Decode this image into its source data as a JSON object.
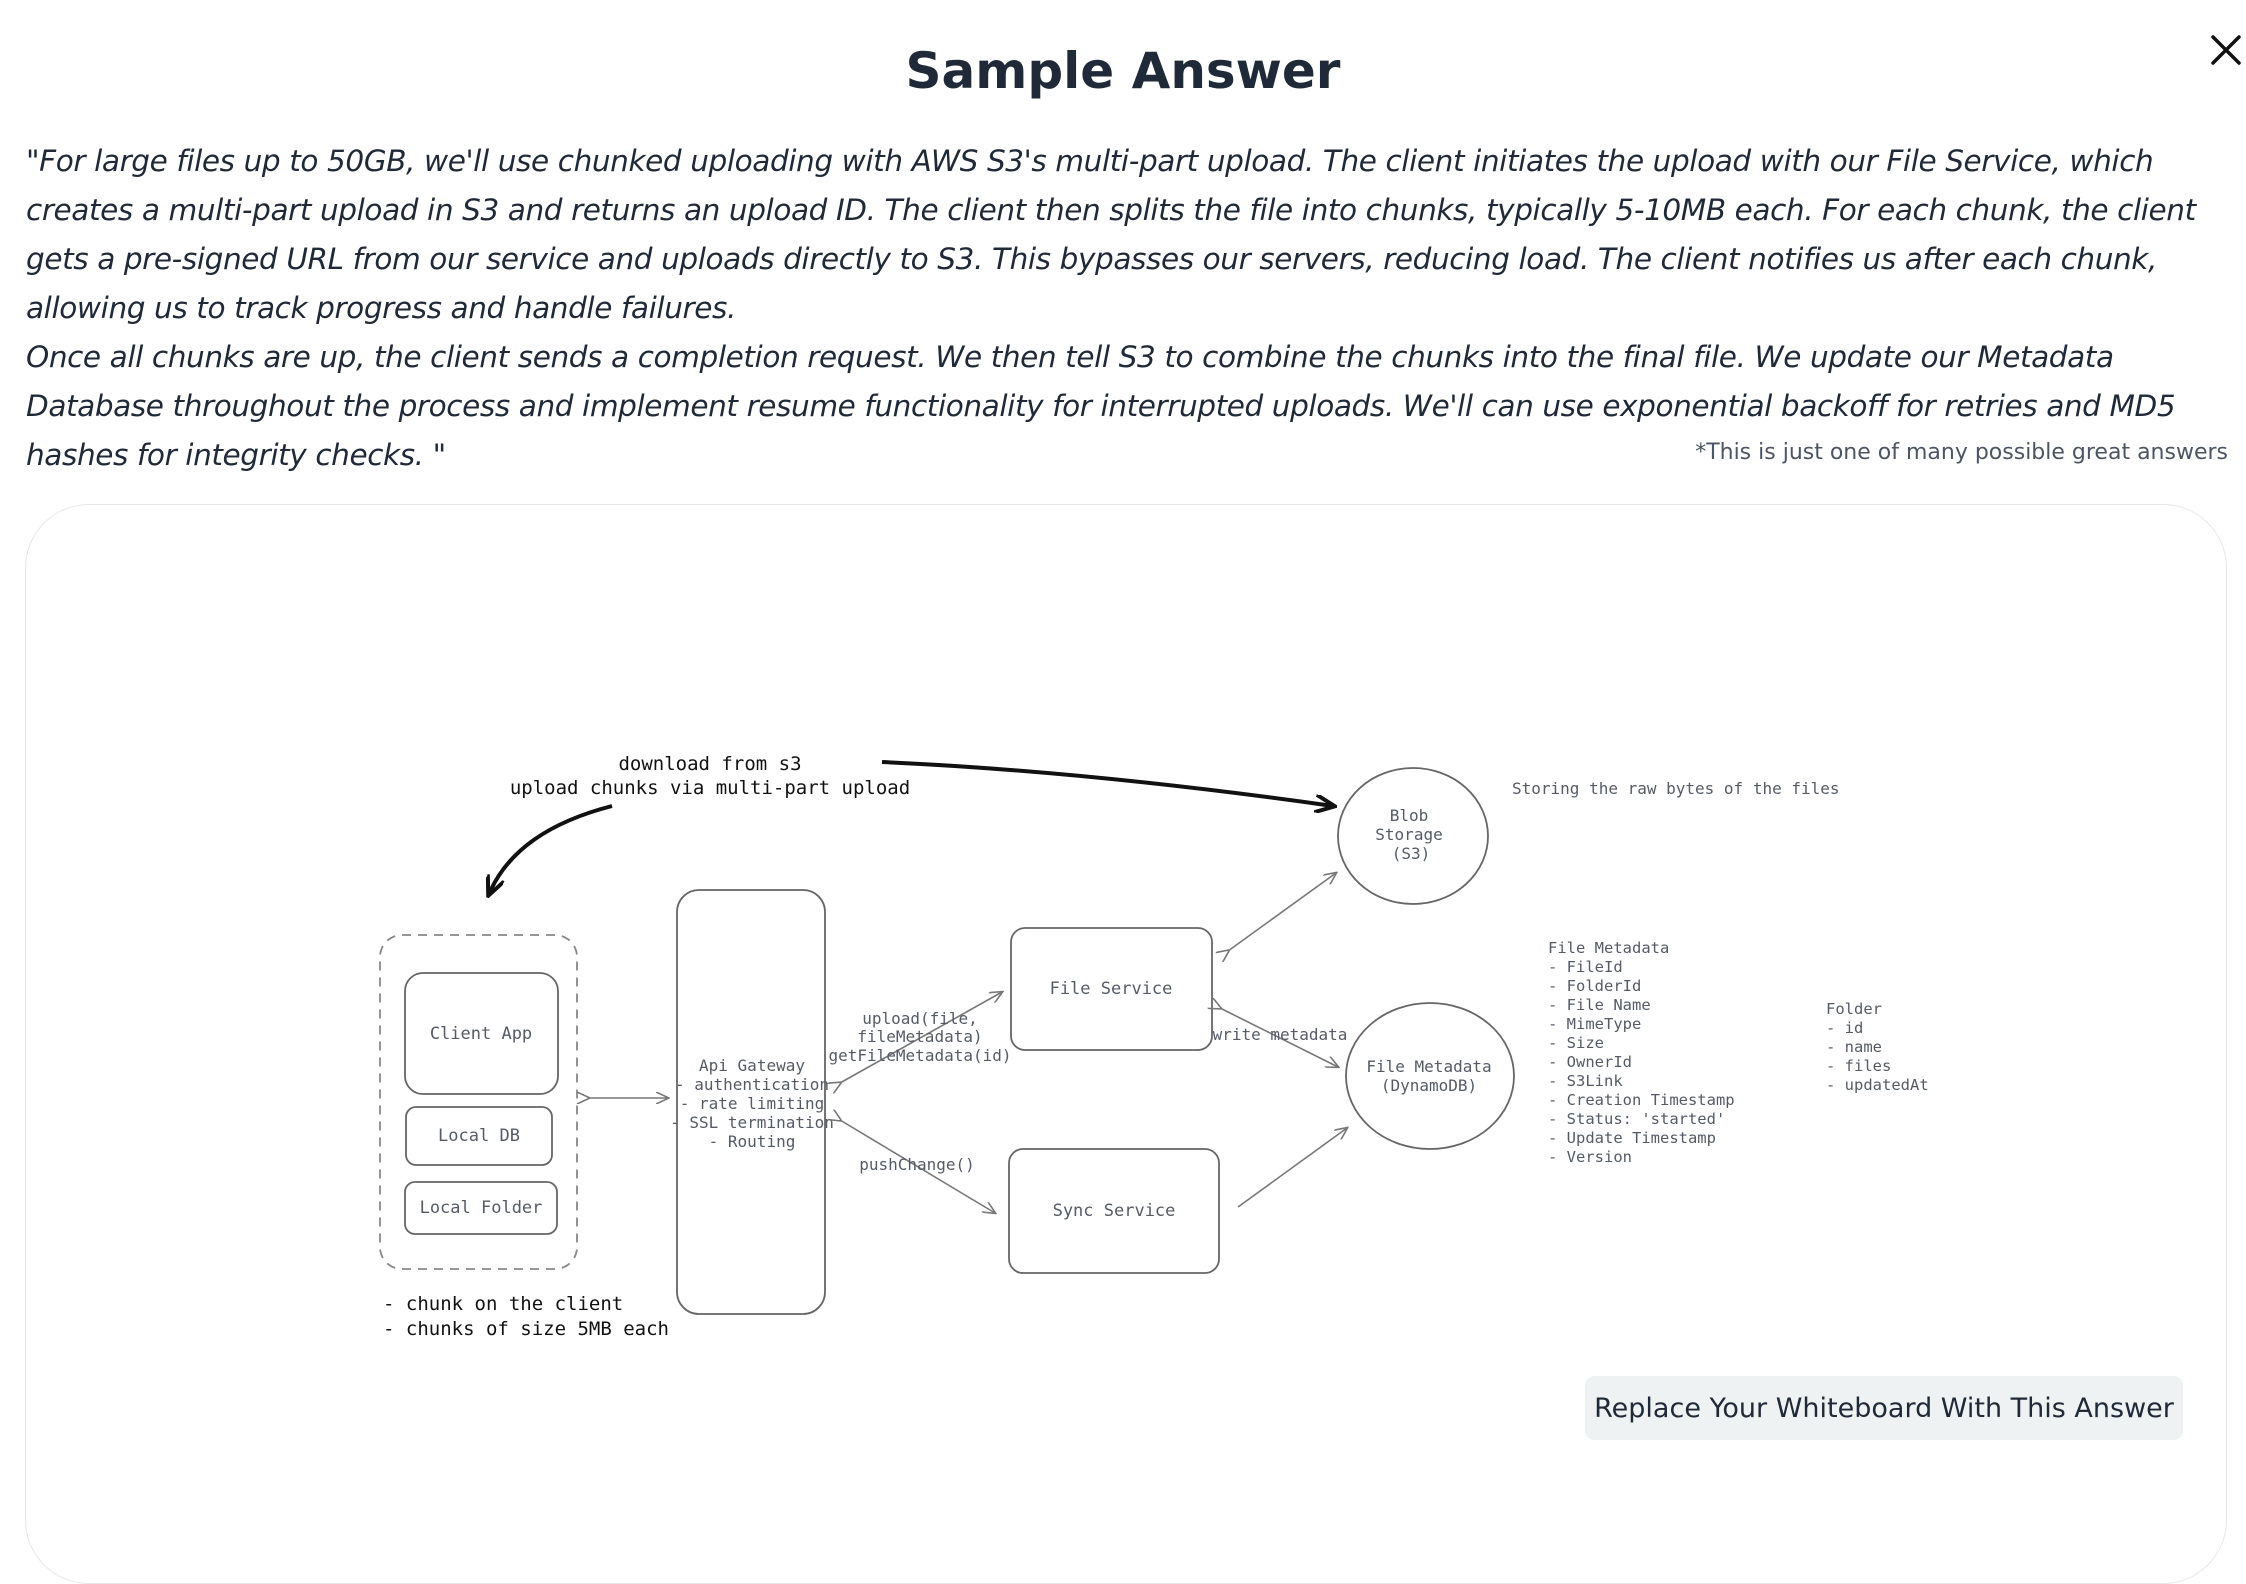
{
  "modal": {
    "title": "Sample Answer",
    "close_icon": "close-icon"
  },
  "answer": {
    "paragraph_1": "\"For large files up to 50GB, we'll use chunked uploading with AWS S3's multi-part upload. The client initiates the upload with our File Service, which creates a multi-part upload in S3 and returns an upload ID. The client then splits the file into chunks, typically 5-10MB each. For each chunk, the client gets a pre-signed URL from our service and uploads directly to S3. This bypasses our servers, reducing load. The client notifies us after each chunk, allowing us to track progress and handle failures.",
    "paragraph_2": "Once all chunks are up, the client sends a completion request. We then tell S3 to combine the chunks into the final file. We update our Metadata Database throughout the process and implement resume functionality for interrupted uploads. We'll can use exponential backoff for retries and MD5 hashes for integrity checks. \"",
    "disclaimer": "*This is just one of many possible great answers"
  },
  "diagram": {
    "s3_label_1": "download from s3",
    "s3_label_2": "upload chunks via multi-part upload",
    "client_app": "Client App",
    "local_db": "Local DB",
    "local_folder": "Local Folder",
    "client_note_1": "- chunk on the client",
    "client_note_2": "- chunks of size 5MB each",
    "gateway_lines": [
      "Api Gateway",
      "- authentication",
      "- rate limiting",
      "- SSL termination",
      "- Routing"
    ],
    "upload_call_lines": [
      "upload(file,",
      "fileMetadata)",
      "getFileMetadata(id)"
    ],
    "push_change": "pushChange()",
    "file_service": "File Service",
    "sync_service": "Sync Service",
    "write_metadata": "write metadata",
    "blob_lines": [
      "Blob",
      "Storage",
      "(S3)"
    ],
    "blob_note": "Storing the raw bytes of the files",
    "metadata_db_lines": [
      "File Metadata",
      "(DynamoDB)"
    ],
    "file_metadata_fields": [
      "File Metadata",
      "- FileId",
      "- FolderId",
      "- File Name",
      "- MimeType",
      "- Size",
      "- OwnerId",
      "- S3Link",
      "- Creation Timestamp",
      "- Status: 'started'",
      "- Update Timestamp",
      "- Version"
    ],
    "folder_fields": [
      "Folder",
      "- id",
      "- name",
      "- files",
      "- updatedAt"
    ]
  },
  "actions": {
    "replace_label": "Replace Your Whiteboard With This Answer"
  }
}
